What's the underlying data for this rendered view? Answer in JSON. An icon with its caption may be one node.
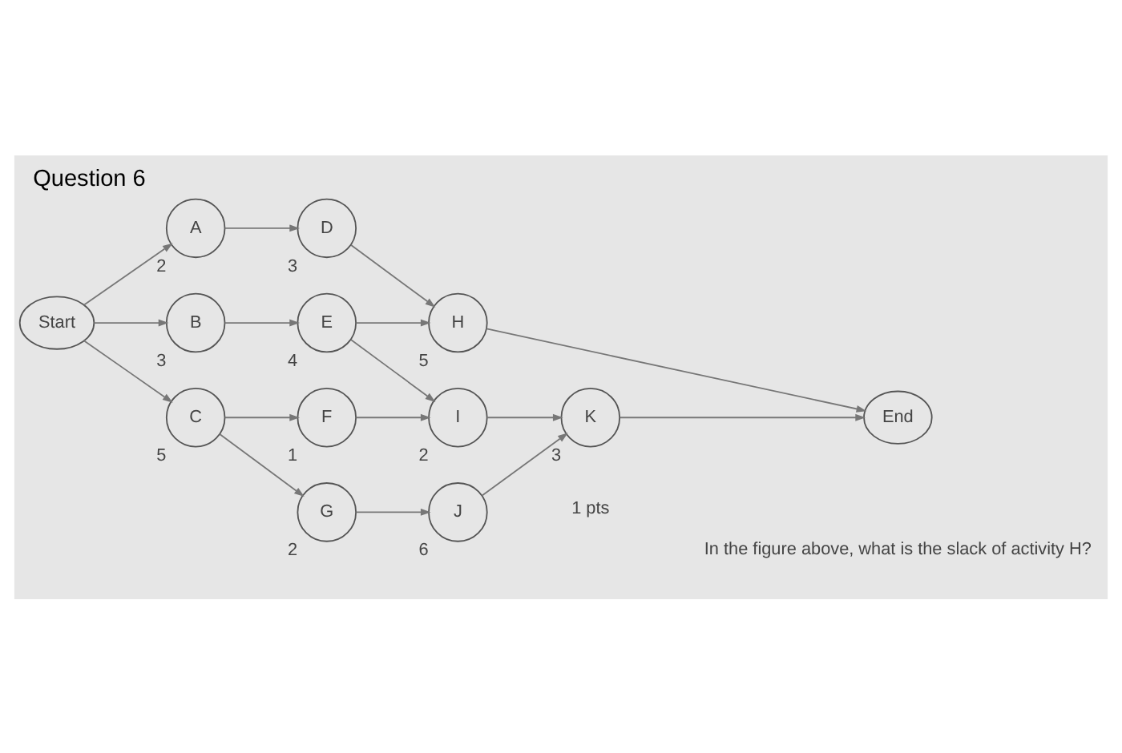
{
  "diagram": {
    "title": "Question 6",
    "nodes": [
      {
        "text": [
          "Start"
        ]
      },
      {
        "text": [
          "A"
        ],
        "beside": [
          "2"
        ]
      },
      {
        "text": [
          "B"
        ],
        "beside": [
          "3"
        ]
      },
      {
        "text": [
          "C"
        ],
        "beside": [
          "5"
        ]
      },
      {
        "text": [
          "D"
        ],
        "beside": [
          "3"
        ]
      },
      {
        "text": [
          "E"
        ],
        "beside": [
          "4"
        ]
      },
      {
        "text": [
          "F"
        ],
        "beside": [
          "1"
        ]
      },
      {
        "text": [
          "G"
        ],
        "beside": [
          "2"
        ]
      },
      {
        "text": [
          "H"
        ],
        "beside": [
          "5"
        ]
      },
      {
        "text": [
          "I"
        ],
        "beside": [
          "2"
        ]
      },
      {
        "text": [
          "J"
        ],
        "beside": [
          "6"
        ]
      },
      {
        "text": [
          "K"
        ],
        "beside": [
          "3"
        ]
      },
      {
        "text": [
          "End"
        ]
      }
    ],
    "edges": [
      {
        "from": 0,
        "to": 1,
        "arrow": "to"
      },
      {
        "from": 0,
        "to": 2,
        "arrow": "to"
      },
      {
        "from": 0,
        "to": 3,
        "arrow": "to"
      },
      {
        "from": 1,
        "to": 4,
        "arrow": "to"
      },
      {
        "from": 2,
        "to": 5,
        "arrow": "to"
      },
      {
        "from": 3,
        "to": 6,
        "arrow": "to"
      },
      {
        "from": 3,
        "to": 7,
        "arrow": "to"
      },
      {
        "from": 4,
        "to": 8,
        "arrow": "to"
      },
      {
        "from": 5,
        "to": 8,
        "arrow": "to"
      },
      {
        "from": 5,
        "to": 9,
        "arrow": "to"
      },
      {
        "from": 6,
        "to": 9,
        "arrow": "to"
      },
      {
        "from": 7,
        "to": 10,
        "arrow": "to"
      },
      {
        "from": 8,
        "to": 12,
        "arrow": "to"
      },
      {
        "from": 9,
        "to": 11,
        "arrow": "to"
      },
      {
        "from": 10,
        "to": 11,
        "arrow": "to"
      },
      {
        "from": 11,
        "to": 12,
        "arrow": "to"
      }
    ],
    "labels": [
      "1 pts",
      "In the figure above, what is the slack of activity H?"
    ]
  }
}
